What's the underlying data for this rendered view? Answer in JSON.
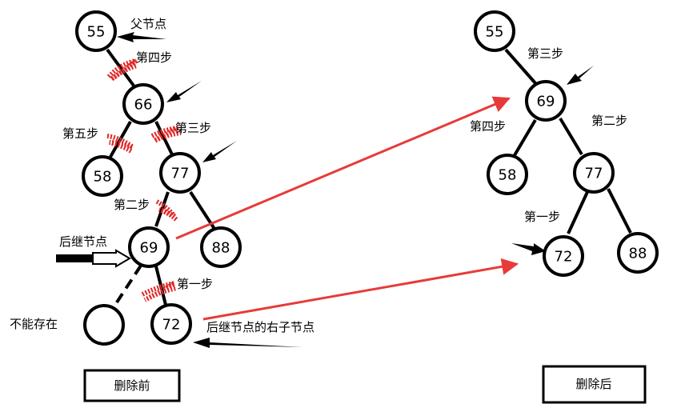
{
  "before": {
    "nodes": {
      "root": "55",
      "n66": "66",
      "n58": "58",
      "n77": "77",
      "n69": "69",
      "n88": "88",
      "n72": "72"
    },
    "labels": {
      "parent": "父节点",
      "step4": "第四步",
      "step5": "第五步",
      "step3": "第三步",
      "step2": "第二步",
      "successor": "后继节点",
      "step1": "第一步",
      "not_exist": "不能存在",
      "successor_right": "后继节点的右子节点"
    },
    "caption": "删除前"
  },
  "after": {
    "nodes": {
      "root": "55",
      "n69": "69",
      "n58": "58",
      "n77": "77",
      "n72": "72",
      "n88": "88"
    },
    "labels": {
      "step3": "第三步",
      "step4": "第四步",
      "step2": "第二步",
      "step1": "第一步"
    },
    "caption": "删除后"
  },
  "colors": {
    "stroke": "#000000",
    "highlight": "#e83a3a",
    "scribble": "#e32626"
  }
}
